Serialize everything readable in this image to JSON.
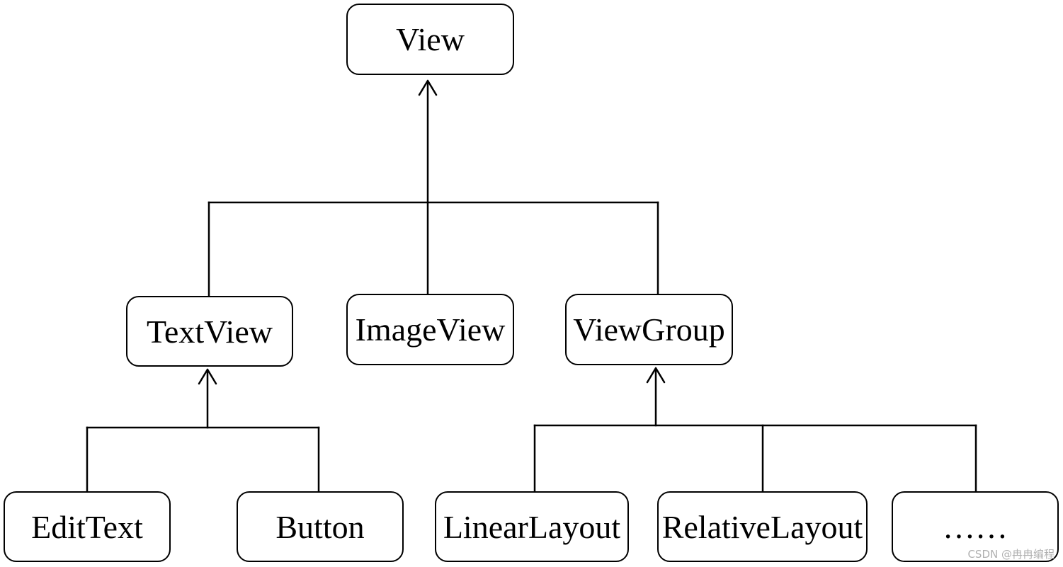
{
  "nodes": {
    "view": "View",
    "textview": "TextView",
    "imageview": "ImageView",
    "viewgroup": "ViewGroup",
    "edittext": "EditText",
    "button": "Button",
    "linearlayout": "LinearLayout",
    "relativelayout": "RelativeLayout",
    "more": "……"
  },
  "watermark": "CSDN @冉冉编程"
}
